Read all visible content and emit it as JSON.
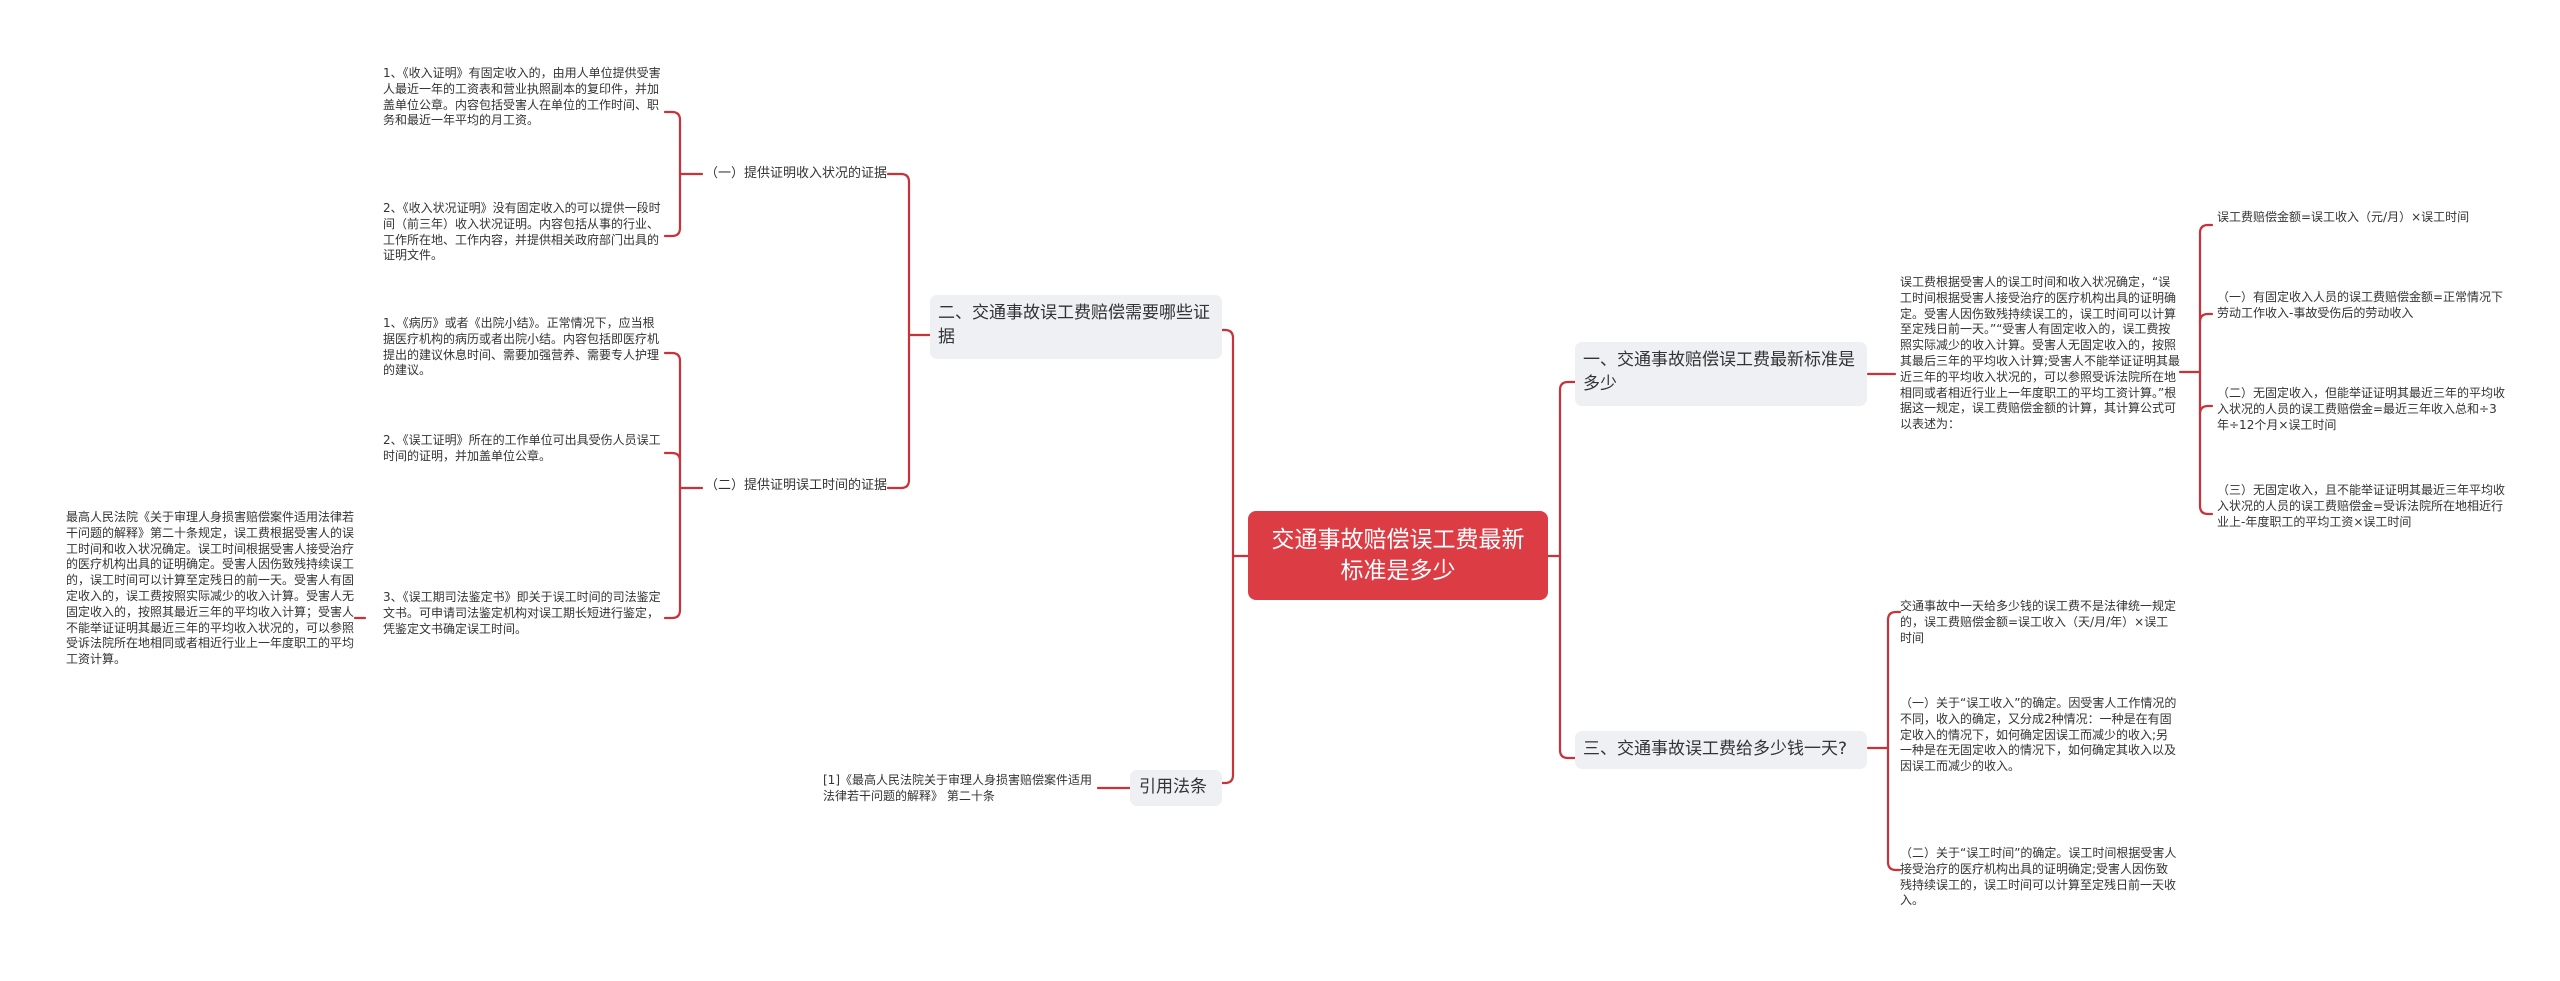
{
  "colors": {
    "root_bg": "#dc3d45",
    "link": "#c8323b",
    "main_bg": "#eef0f3",
    "text": "#333333"
  },
  "root": {
    "label": "交通事故赔偿误工费最新标准是多少"
  },
  "left": {
    "section2": {
      "label": "二、交通事故误工费赔偿需要哪些证据",
      "groups": [
        {
          "label": "（一）提供证明收入状况的证据",
          "items": [
            "1、《收入证明》有固定收入的，由用人单位提供受害人最近一年的工资表和营业执照副本的复印件，并加盖单位公章。内容包括受害人在单位的工作时间、职务和最近一年平均的月工资。",
            "2、《收入状况证明》没有固定收入的可以提供一段时间（前三年）收入状况证明。内容包括从事的行业、工作所在地、工作内容，并提供相关政府部门出具的证明文件。"
          ]
        },
        {
          "label": "（二）提供证明误工时间的证据",
          "items": [
            "1、《病历》或者《出院小结》。正常情况下，应当根据医疗机构的病历或者出院小结。内容包括即医疗机提出的建议休息时间、需要加强营养、需要专人护理的建议。",
            "2、《误工证明》所在的工作单位可出具受伤人员误工时间的证明，并加盖单位公章。",
            "3、《误工期司法鉴定书》即关于误工时间的司法鉴定文书。可申请司法鉴定机构对误工期长短进行鉴定，凭鉴定文书确定误工时间。"
          ],
          "sub_items": [
            "最高人民法院《关于审理人身损害赔偿案件适用法律若干问题的解释》第二十条规定，误工费根据受害人的误工时间和收入状况确定。误工时间根据受害人接受治疗的医疗机构出具的证明确定。受害人因伤致残持续误工的，误工时间可以计算至定残日的前一天。受害人有固定收入的，误工费按照实际减少的收入计算。受害人无固定收入的，按照其最近三年的平均收入计算；受害人不能举证证明其最近三年的平均收入状况的，可以参照受诉法院所在地相同或者相近行业上一年度职工的平均工资计算。"
          ]
        }
      ]
    },
    "citation": {
      "label": "引用法条",
      "items": [
        "[1]《最高人民法院关于审理人身损害赔偿案件适用法律若干问题的解释》 第二十条"
      ]
    }
  },
  "right": {
    "section1": {
      "label": "一、交通事故赔偿误工费最新标准是多少",
      "detail": "误工费根据受害人的误工时间和收入状况确定，“误工时间根据受害人接受治疗的医疗机构出具的证明确定。受害人因伤致残持续误工的，误工时间可以计算至定残日前一天。”“受害人有固定收入的，误工费按照实际减少的收入计算。受害人无固定收入的，按照其最后三年的平均收入计算;受害人不能举证证明其最近三年的平均收入状况的，可以参照受诉法院所在地相同或者相近行业上一年度职工的平均工资计算。”根据这一规定，误工费赔偿金额的计算，其计算公式可以表述为：",
      "formulas": [
        "误工费赔偿金额=误工收入（元/月）×误工时间",
        "（一）有固定收入人员的误工费赔偿金额=正常情况下劳动工作收入-事故受伤后的劳动收入",
        "（二）无固定收入，但能举证证明其最近三年的平均收入状况的人员的误工费赔偿金=最近三年收入总和÷3年÷12个月×误工时间",
        "（三）无固定收入，且不能举证证明其最近三年平均收入状况的人员的误工费赔偿金=受诉法院所在地相近行业上-年度职工的平均工资×误工时间"
      ]
    },
    "section3": {
      "label": "三、交通事故误工费给多少钱一天?",
      "items": [
        "交通事故中一天给多少钱的误工费不是法律统一规定的，误工费赔偿金额=误工收入（天/月/年）×误工时间",
        "（一）关于“误工收入”的确定。因受害人工作情况的不同，收入的确定，又分成2种情况：一种是在有固定收入的情况下，如何确定因误工而减少的收入;另一种是在无固定收入的情况下，如何确定其收入以及因误工而减少的收入。",
        "（二）关于“误工时间”的确定。误工时间根据受害人接受治疗的医疗机构出具的证明确定;受害人因伤致残持续误工的，误工时间可以计算至定残日前一天收入。"
      ]
    }
  }
}
